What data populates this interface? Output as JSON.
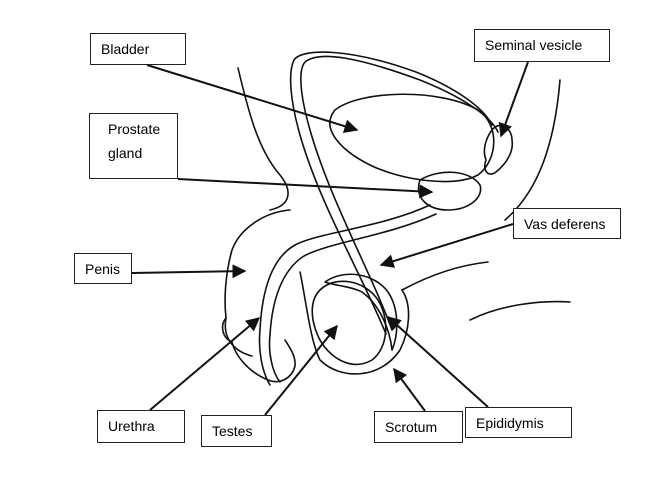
{
  "diagram": {
    "labels": {
      "bladder": "Bladder",
      "seminal_vesicle": "Seminal vesicle",
      "prostate_line1": "Prostate",
      "prostate_line2": "gland",
      "vas_deferens": "Vas deferens",
      "penis": "Penis",
      "urethra": "Urethra",
      "testes": "Testes",
      "scrotum": "Scrotum",
      "epididymis": "Epididymis"
    },
    "colors": {
      "stroke": "#111111",
      "background": "#ffffff"
    }
  }
}
